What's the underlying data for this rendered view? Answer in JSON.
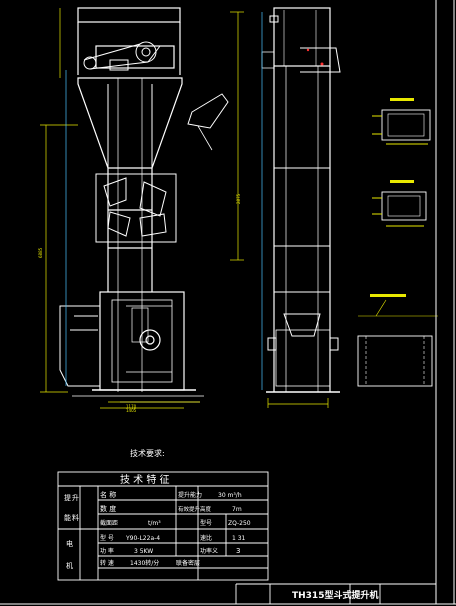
{
  "drawing": {
    "tech_req_heading": "技术要求:",
    "spec_table_title": "技 术 特 征",
    "rows": {
      "r1": {
        "l1": "名 称",
        "l2": "提升能力",
        "v2": "30 m³/h"
      },
      "r2": {
        "l1": "数 度",
        "l2": "有效提升高度",
        "v2": "7m"
      },
      "r3": {
        "l1": "截面距",
        "v1": "t/m³",
        "l2": "型号",
        "v2": "ZQ-250"
      },
      "r4": {
        "l1": "型 号",
        "v1": "Y90-L22a-4",
        "l2": "速比",
        "v2": "1 31"
      },
      "r5": {
        "l1": "功 率",
        "v1": "3 5KW",
        "l2": "功率义",
        "v2": "3"
      },
      "r6": {
        "l1": "转 速",
        "v1": "1430转/分",
        "l2": "联备密层"
      }
    },
    "row_group_a": [
      "提",
      "升",
      "能",
      "料"
    ],
    "row_group_b": [
      "电",
      "机"
    ],
    "title": "TH315型斗式提升机"
  }
}
